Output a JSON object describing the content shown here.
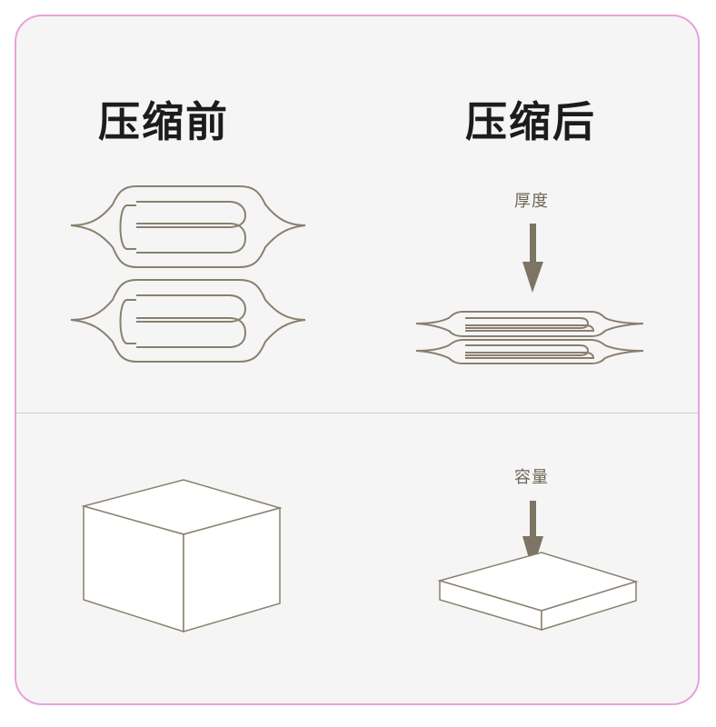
{
  "header": {
    "before": "压缩前",
    "after": "压缩后"
  },
  "labels": {
    "thickness": "厚度",
    "capacity": "容量"
  },
  "colors": {
    "border": "#e7a2db",
    "line": "#8a7f6e",
    "arrow": "#7d7464",
    "background": "#f5f5f5"
  },
  "icons": {
    "thickness_arrow": "arrow-down-icon",
    "capacity_arrow": "arrow-down-icon"
  }
}
